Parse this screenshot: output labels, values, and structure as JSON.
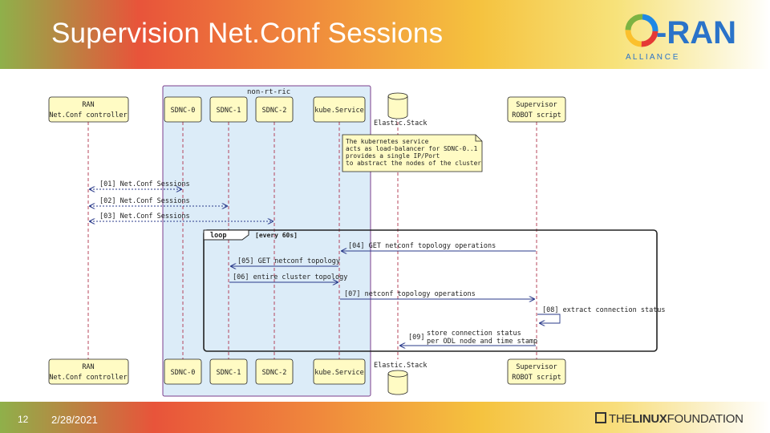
{
  "slide": {
    "title": "Supervision Net.Conf Sessions",
    "page_number": "12",
    "date": "2/28/2021"
  },
  "logo": {
    "text": "-RAN",
    "subtitle": "A L L I A N C E",
    "ring_colors": [
      "#e53935",
      "#fbc02d",
      "#7cb342",
      "#1e88e5"
    ],
    "text_color": "#2a73c9"
  },
  "footer_logo": {
    "prefix": "THE",
    "bold": "LINUX",
    "suffix": "FOUNDATION"
  },
  "diagram": {
    "group_label": "non-rt-ric",
    "participants": [
      {
        "id": "ran",
        "lines": [
          "RAN",
          "Net.Conf controller"
        ]
      },
      {
        "id": "sdnc0",
        "lines": [
          "SDNC-0"
        ]
      },
      {
        "id": "sdnc1",
        "lines": [
          "SDNC-1"
        ]
      },
      {
        "id": "sdnc2",
        "lines": [
          "SDNC-2"
        ]
      },
      {
        "id": "kube",
        "lines": [
          "kube.Service"
        ]
      },
      {
        "id": "elastic",
        "lines": [
          "Elastic.Stack"
        ]
      },
      {
        "id": "robot",
        "lines": [
          "Supervisor",
          "ROBOT script"
        ]
      }
    ],
    "note": [
      "The kubernetes service",
      "acts as load-balancer for SDNC-0..1",
      "provides a single IP/Port",
      "to abstract the nodes of the cluster"
    ],
    "loop_label": "loop",
    "loop_condition": "[every 60s]",
    "messages": [
      {
        "num": "[01]",
        "text": "Net.Conf Sessions"
      },
      {
        "num": "[02]",
        "text": "Net.Conf Sessions"
      },
      {
        "num": "[03]",
        "text": "Net.Conf Sessions"
      },
      {
        "num": "[04]",
        "text": "GET netconf topology operations"
      },
      {
        "num": "[05]",
        "text": "GET netconf topology"
      },
      {
        "num": "[06]",
        "text": "entire cluster topology"
      },
      {
        "num": "[07]",
        "text": "netconf topology operations"
      },
      {
        "num": "[08]",
        "text": "extract connection status"
      },
      {
        "num": "[09]",
        "text": [
          "store connection status",
          "per ODL node and time stamp"
        ]
      }
    ]
  }
}
